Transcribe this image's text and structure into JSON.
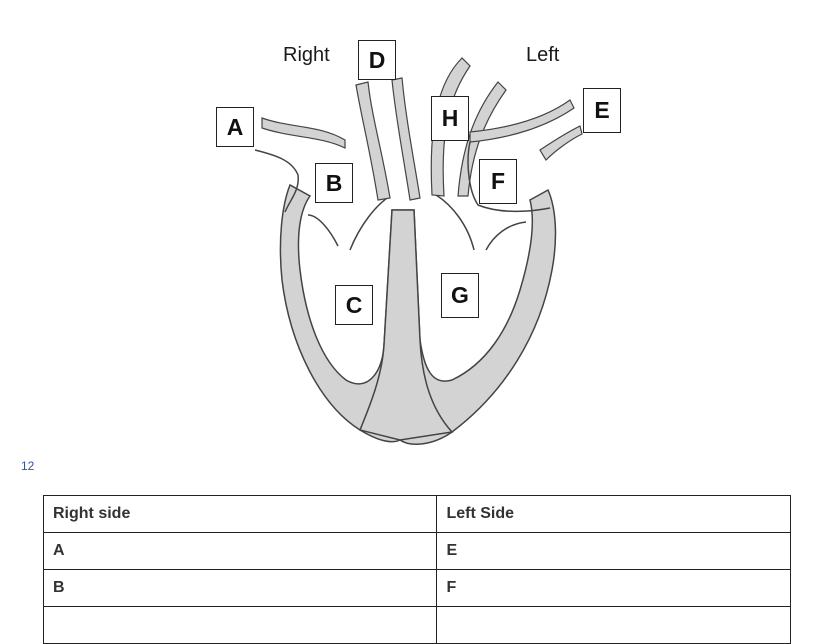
{
  "diagram": {
    "side_labels": {
      "right": "Right",
      "left": "Left"
    },
    "letters": [
      "A",
      "B",
      "C",
      "D",
      "E",
      "F",
      "G",
      "H"
    ]
  },
  "page_number": "12",
  "table": {
    "headers": [
      "Right side",
      "Left Side"
    ],
    "rows": [
      [
        "A",
        "E"
      ],
      [
        "B",
        "F"
      ],
      [
        "",
        ""
      ]
    ]
  }
}
